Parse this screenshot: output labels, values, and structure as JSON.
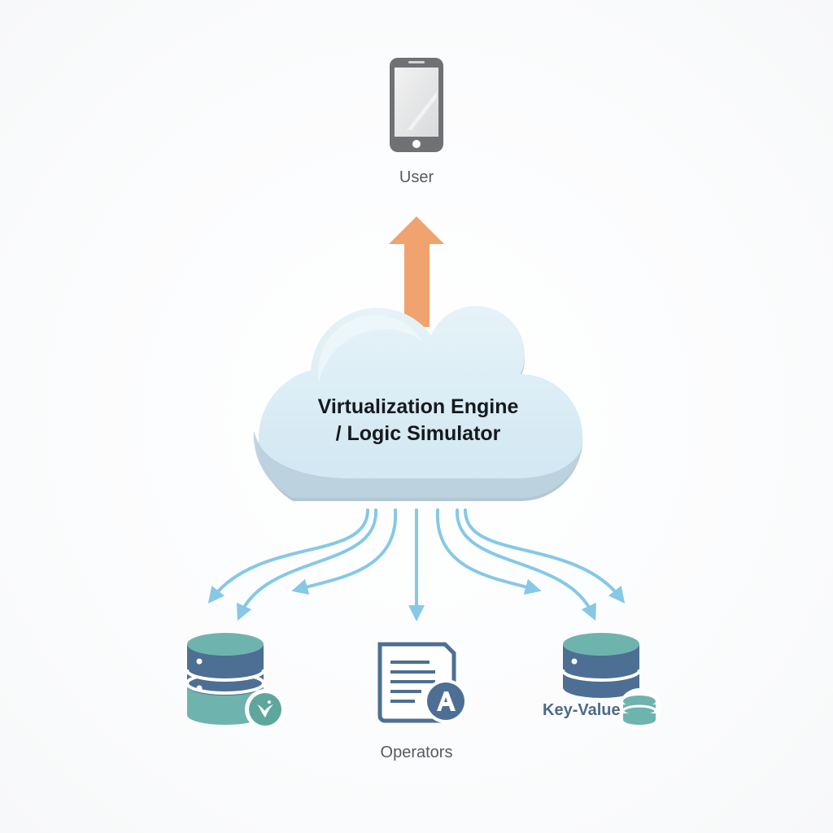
{
  "nodes": {
    "user": {
      "label": "User",
      "icon": "smartphone-icon"
    },
    "engine": {
      "line1": "Virtualization Engine",
      "line2": "/ Logic Simulator",
      "icon": "cloud-icon"
    },
    "left_db": {
      "icon": "database-icon",
      "badge_icon": "bird-icon"
    },
    "operators": {
      "label": "Operators",
      "icon": "document-icon",
      "badge_icon": "letter-a-icon"
    },
    "key_value": {
      "label": "Key-Value",
      "icon": "database-icon",
      "badge_icon": "stack-icon"
    }
  },
  "connections": {
    "upward": {
      "from": "engine",
      "to": "user",
      "color": "#f0a26f",
      "icon": "arrow-up-icon"
    },
    "downward_color": "#86c8e6",
    "downward": [
      {
        "to": "left_db"
      },
      {
        "to": "left_db"
      },
      {
        "to": "left_db"
      },
      {
        "to": "operators"
      },
      {
        "to": "key_value"
      },
      {
        "to": "key_value"
      },
      {
        "to": "key_value"
      }
    ]
  },
  "colors": {
    "cloud_fill": "#d6ebf4",
    "cloud_shadow": "#b2c7d3",
    "db_blue": "#4d6f93",
    "db_teal": "#6fb3ae",
    "text_dark": "#16191d",
    "text_gray": "#555a60"
  }
}
